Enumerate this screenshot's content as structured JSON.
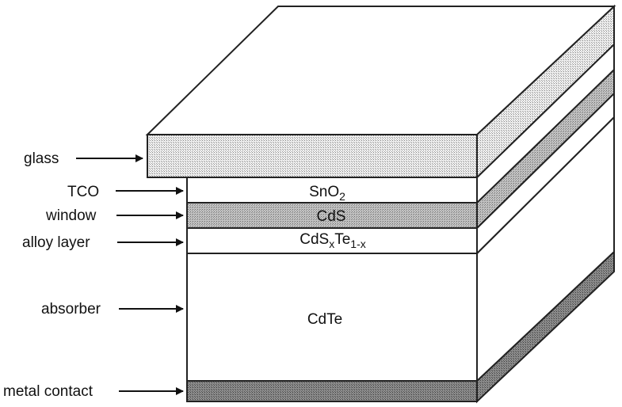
{
  "layers": [
    {
      "label": "glass"
    },
    {
      "label": "TCO",
      "material": "SnO",
      "material_sub": "2"
    },
    {
      "label": "window",
      "material": "CdS"
    },
    {
      "label": "alloy layer",
      "material_parts": [
        "CdS",
        "x",
        "Te",
        "1-x"
      ]
    },
    {
      "label": "absorber",
      "material": "CdTe"
    },
    {
      "label": "metal contact"
    }
  ]
}
